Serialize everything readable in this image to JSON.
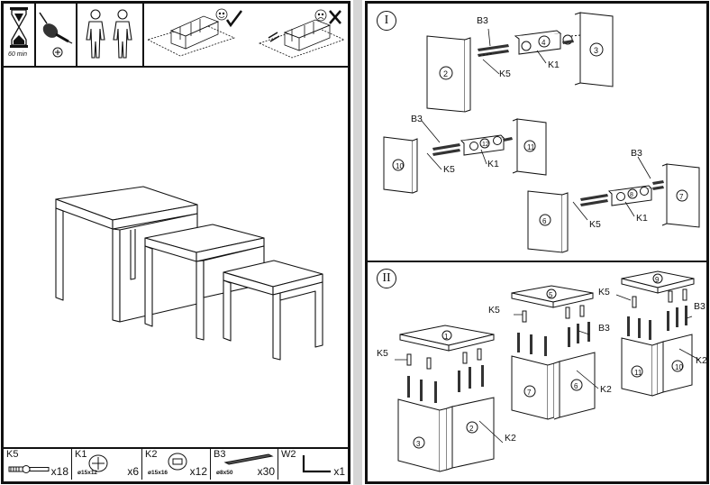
{
  "left_page": {
    "header": {
      "time_label": "60 min"
    },
    "parts": [
      {
        "code": "K5",
        "size": "",
        "qty": "x18"
      },
      {
        "code": "K1",
        "size": "ø15x12",
        "qty": "x6"
      },
      {
        "code": "K2",
        "size": "ø15x16",
        "qty": "x12"
      },
      {
        "code": "B3",
        "size": "ø8x50",
        "qty": "x30"
      },
      {
        "code": "W2",
        "size": "",
        "qty": "x1"
      }
    ]
  },
  "right_page": {
    "step1": {
      "numeral": "I",
      "labels": {
        "b3": "B3",
        "k5": "K5",
        "k1": "K1"
      },
      "panels": [
        "2",
        "4",
        "3",
        "10",
        "12",
        "11",
        "6",
        "8",
        "7"
      ]
    },
    "step2": {
      "numeral": "II",
      "labels": {
        "k5": "K5",
        "b3": "B3",
        "k2": "K2"
      },
      "tops": [
        "1",
        "5",
        "9"
      ],
      "panels": [
        "3",
        "2",
        "7",
        "6",
        "11",
        "10"
      ]
    }
  }
}
